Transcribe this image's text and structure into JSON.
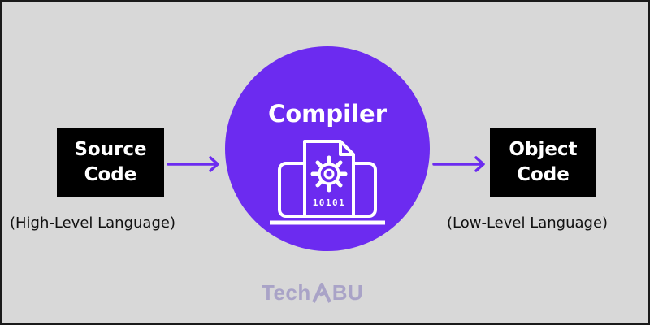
{
  "diagram": {
    "compiler": {
      "title": "Compiler",
      "binary_text": "10101"
    },
    "source": {
      "line1": "Source",
      "line2": "Code",
      "caption": "(High-Level Language)"
    },
    "object": {
      "line1": "Object",
      "line2": "Code",
      "caption": "(Low-Level Language)"
    },
    "watermark": {
      "part1": "Tech",
      "part2": "BU"
    }
  },
  "colors": {
    "background": "#d8d8d8",
    "accent": "#6c2bf0",
    "box": "#000000",
    "watermark": "#a9a3c7"
  },
  "icons": [
    "arrow-right-icon",
    "compiler-laptop-icon",
    "gear-icon",
    "file-icon"
  ]
}
